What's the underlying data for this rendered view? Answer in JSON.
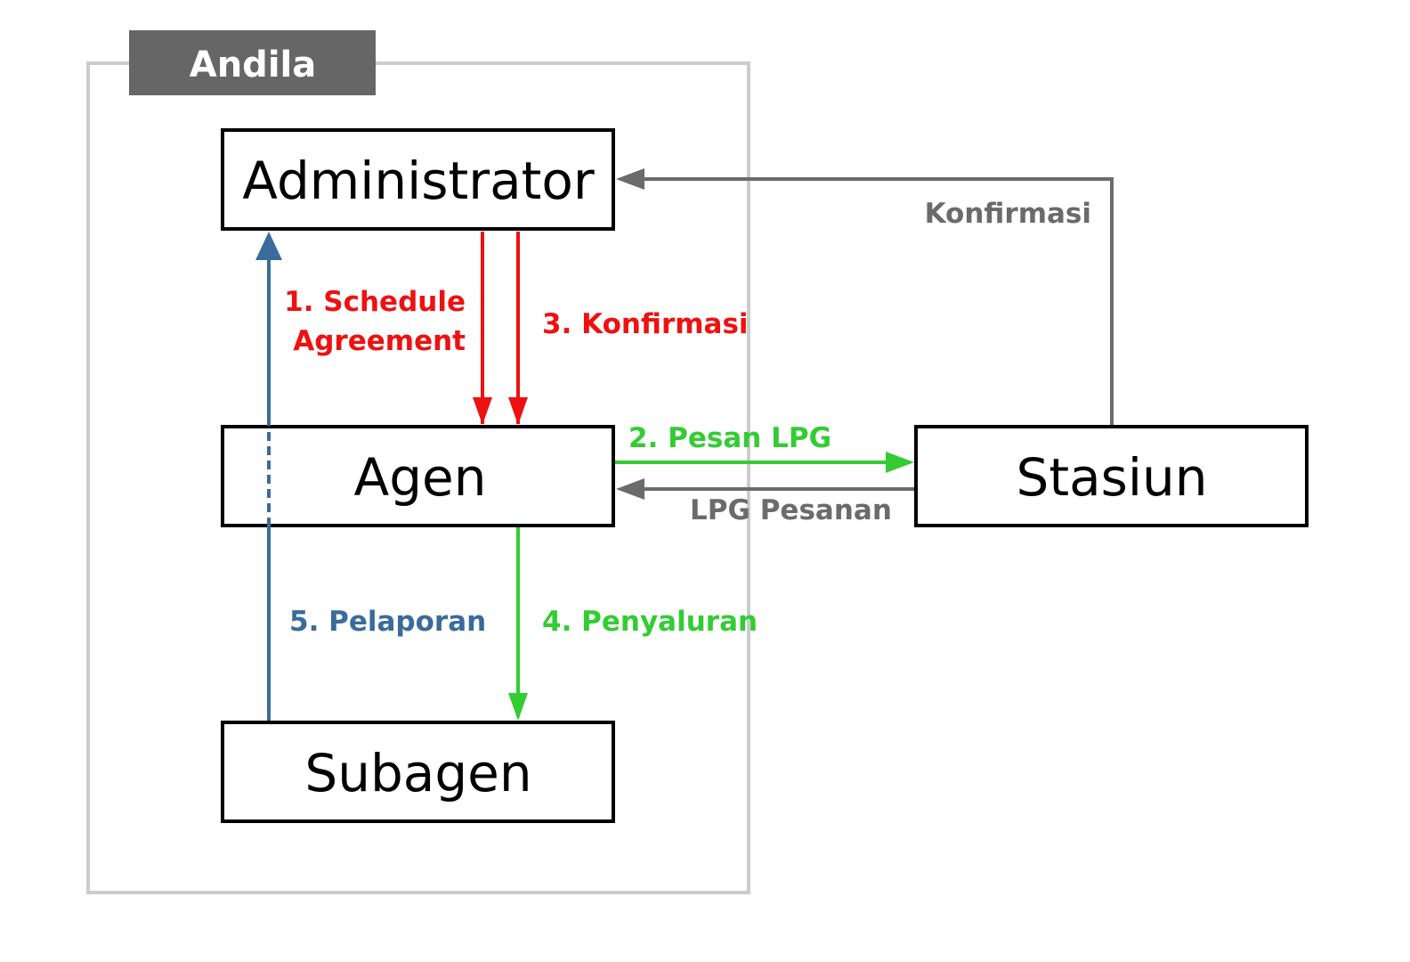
{
  "group": {
    "title": "Andila"
  },
  "nodes": {
    "administrator": "Administrator",
    "agen": "Agen",
    "subagen": "Subagen",
    "stasiun": "Stasiun"
  },
  "edges": {
    "schedule_line1": "1. Schedule",
    "schedule_line2": "Agreement",
    "pesan_lpg": "2. Pesan LPG",
    "konfirmasi_agen": "3. Konfirmasi",
    "penyaluran": "4. Penyaluran",
    "pelaporan": "5. Pelaporan",
    "konfirmasi_stasiun": "Konfirmasi",
    "lpg_pesanan": "LPG Pesanan"
  },
  "colors": {
    "red": "#ee1111",
    "green": "#33cc33",
    "blue": "#3a6b9a",
    "gray": "#6b6b6b",
    "group_border": "#cccccc",
    "group_header": "#666666"
  }
}
